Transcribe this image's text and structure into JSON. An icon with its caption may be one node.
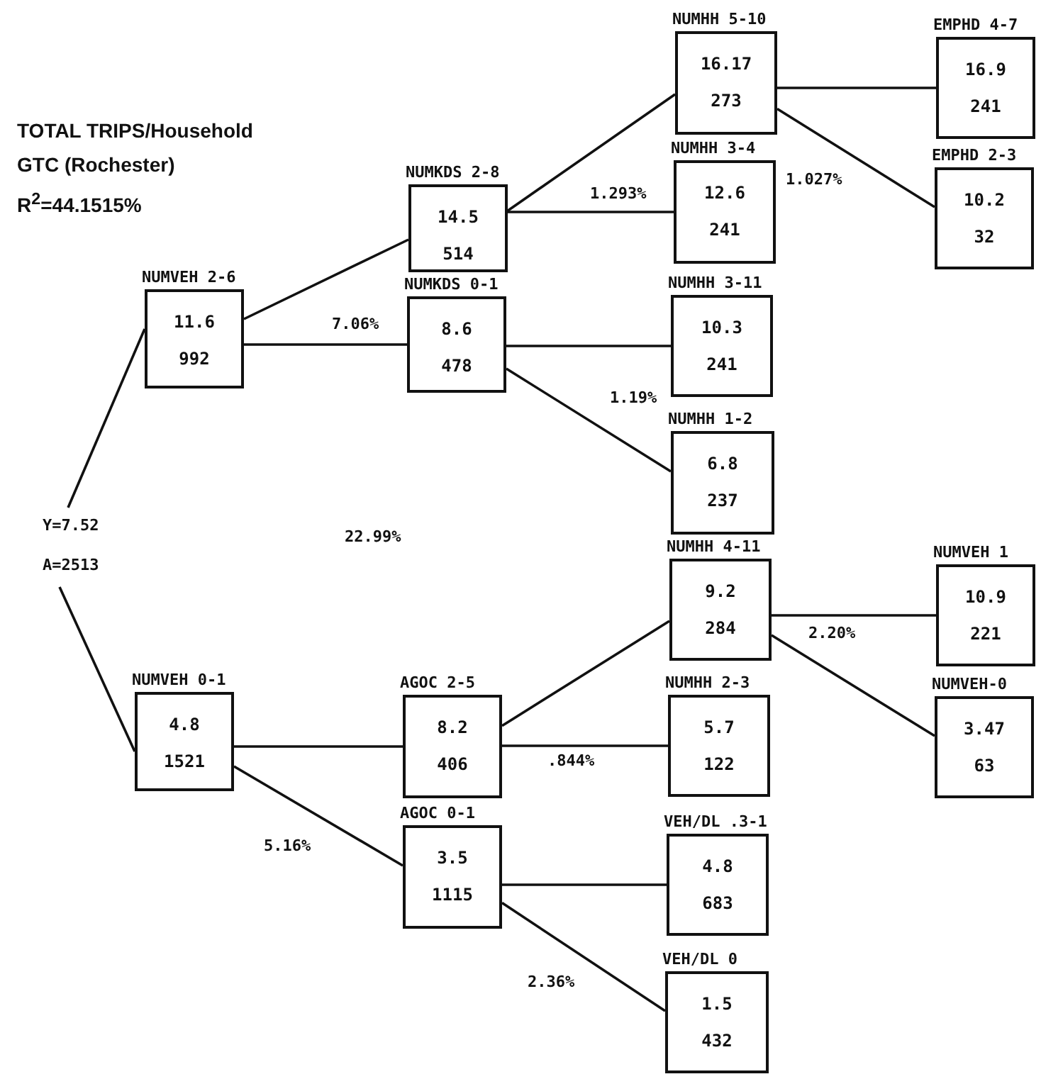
{
  "diagram": {
    "title": "TOTAL TRIPS/Household",
    "nodes": [
      {
        "text": [
          "Y=7.52",
          "A=2513"
        ]
      },
      {
        "text": [
          "NUMVEH 2-6",
          "11.6",
          "992"
        ]
      },
      {
        "text": [
          "NUMVEH 0-1",
          "4.8",
          "1521"
        ]
      },
      {
        "text": [
          "NUMKDS 2-8",
          "14.5",
          "514"
        ]
      },
      {
        "text": [
          "NUMKDS 0-1",
          "8.6",
          "478"
        ]
      },
      {
        "text": [
          "AGOC 2-5",
          "8.2",
          "406"
        ]
      },
      {
        "text": [
          "AGOC 0-1",
          "3.5",
          "1115"
        ]
      },
      {
        "text": [
          "NUMHH 5-10",
          "16.17",
          "273"
        ]
      },
      {
        "text": [
          "NUMHH 3-4",
          "12.6",
          "241"
        ]
      },
      {
        "text": [
          "NUMHH 3-11",
          "10.3",
          "241"
        ]
      },
      {
        "text": [
          "NUMHH 1-2",
          "6.8",
          "237"
        ]
      },
      {
        "text": [
          "NUMHH 4-11",
          "9.2",
          "284"
        ]
      },
      {
        "text": [
          "NUMHH 2-3",
          "5.7",
          "122"
        ]
      },
      {
        "text": [
          "VEH/DL .3-1",
          "4.8",
          "683"
        ]
      },
      {
        "text": [
          "VEH/DL 0",
          "1.5",
          "432"
        ]
      },
      {
        "text": [
          "EMPHD 4-7",
          "16.9",
          "241"
        ]
      },
      {
        "text": [
          "EMPHD 2-3",
          "10.2",
          "32"
        ]
      },
      {
        "text": [
          "NUMVEH 1",
          "10.9",
          "221"
        ]
      },
      {
        "text": [
          "NUMVEH-0",
          "3.47",
          "63"
        ]
      }
    ],
    "edges": [
      {
        "from": 0,
        "to": 1,
        "arrow": "none"
      },
      {
        "from": 0,
        "to": 2,
        "arrow": "none"
      },
      {
        "from": 1,
        "to": 3,
        "arrow": "none"
      },
      {
        "from": 1,
        "to": 4,
        "arrow": "none"
      },
      {
        "from": 2,
        "to": 5,
        "arrow": "none"
      },
      {
        "from": 2,
        "to": 6,
        "arrow": "none"
      },
      {
        "from": 3,
        "to": 7,
        "arrow": "none"
      },
      {
        "from": 3,
        "to": 8,
        "arrow": "none"
      },
      {
        "from": 4,
        "to": 9,
        "arrow": "none"
      },
      {
        "from": 4,
        "to": 10,
        "arrow": "none"
      },
      {
        "from": 5,
        "to": 11,
        "arrow": "none"
      },
      {
        "from": 5,
        "to": 12,
        "arrow": "none"
      },
      {
        "from": 6,
        "to": 13,
        "arrow": "none"
      },
      {
        "from": 6,
        "to": 14,
        "arrow": "none"
      },
      {
        "from": 7,
        "to": 15,
        "arrow": "none"
      },
      {
        "from": 7,
        "to": 16,
        "arrow": "none"
      },
      {
        "from": 11,
        "to": 17,
        "arrow": "none"
      },
      {
        "from": 11,
        "to": 18,
        "arrow": "none"
      }
    ],
    "labels": [
      "GTC (Rochester)",
      "R$^{2}$=44.1515%",
      "1.293%",
      "1.027%",
      "7.06%",
      "1.19%",
      "22.99%",
      "2.20%",
      ".844%",
      "5.16%",
      "2.36%"
    ]
  }
}
